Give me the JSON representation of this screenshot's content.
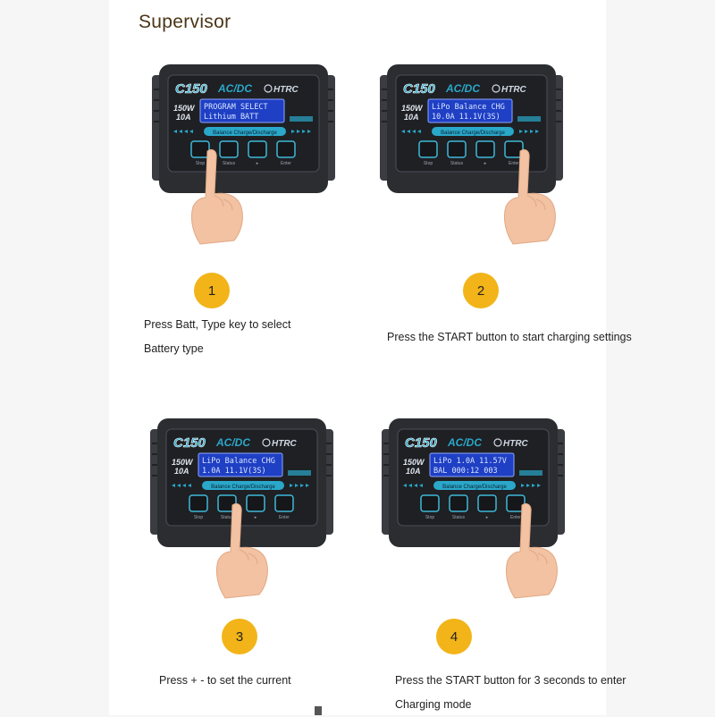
{
  "title": "Supervisor",
  "charger": {
    "model": "C150",
    "type": "AC/DC",
    "brand": "HTRC",
    "power": "150W",
    "current": "10A",
    "strip": "Balance Charge/Discharge"
  },
  "steps": [
    {
      "number": "1",
      "lcd_line1": "PROGRAM SELECT",
      "lcd_line2": "Lithium BATT",
      "caption_line1": "Press Batt, Type key to select",
      "caption_line2": "Battery type"
    },
    {
      "number": "2",
      "lcd_line1": "LiPo Balance CHG",
      "lcd_line2": "10.0A  11.1V(3S)",
      "caption_line1": "Press the START button to start charging settings",
      "caption_line2": ""
    },
    {
      "number": "3",
      "lcd_line1": "LiPo Balance CHG",
      "lcd_line2": "1.0A  11.1V(3S)",
      "caption_line1": "Press + - to set the current",
      "caption_line2": ""
    },
    {
      "number": "4",
      "lcd_line1": "LiPo 1.0A 11.57V",
      "lcd_line2": "BAL 000:12  003",
      "caption_line1": "Press the START button for 3 seconds to enter",
      "caption_line2": "Charging mode"
    }
  ],
  "colors": {
    "badge": "#f2b418",
    "lcd": "#1f3fc4",
    "accent": "#2aa7c9",
    "body": "#2b2d31"
  }
}
